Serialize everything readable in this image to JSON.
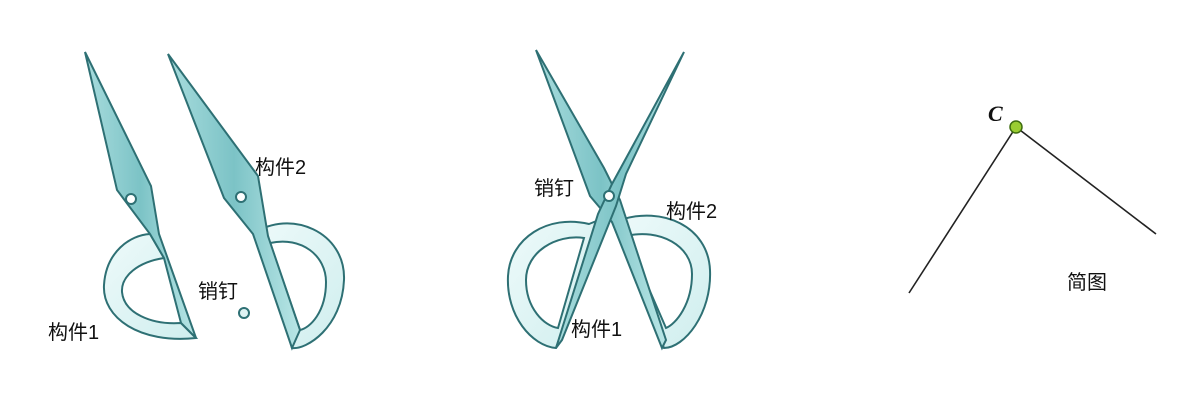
{
  "labels": {
    "component_1": "构件1",
    "component_2": "构件2",
    "pin": "销钉",
    "point_c": "C",
    "sketch": "简图"
  },
  "colors": {
    "blade_fill": "#8ed0d2",
    "blade_stroke": "#2e7074",
    "handle_fill": "#e6f6f6",
    "pivot_fill": "#ffffff",
    "line": "#222222",
    "point_fill": "#9acd32"
  }
}
